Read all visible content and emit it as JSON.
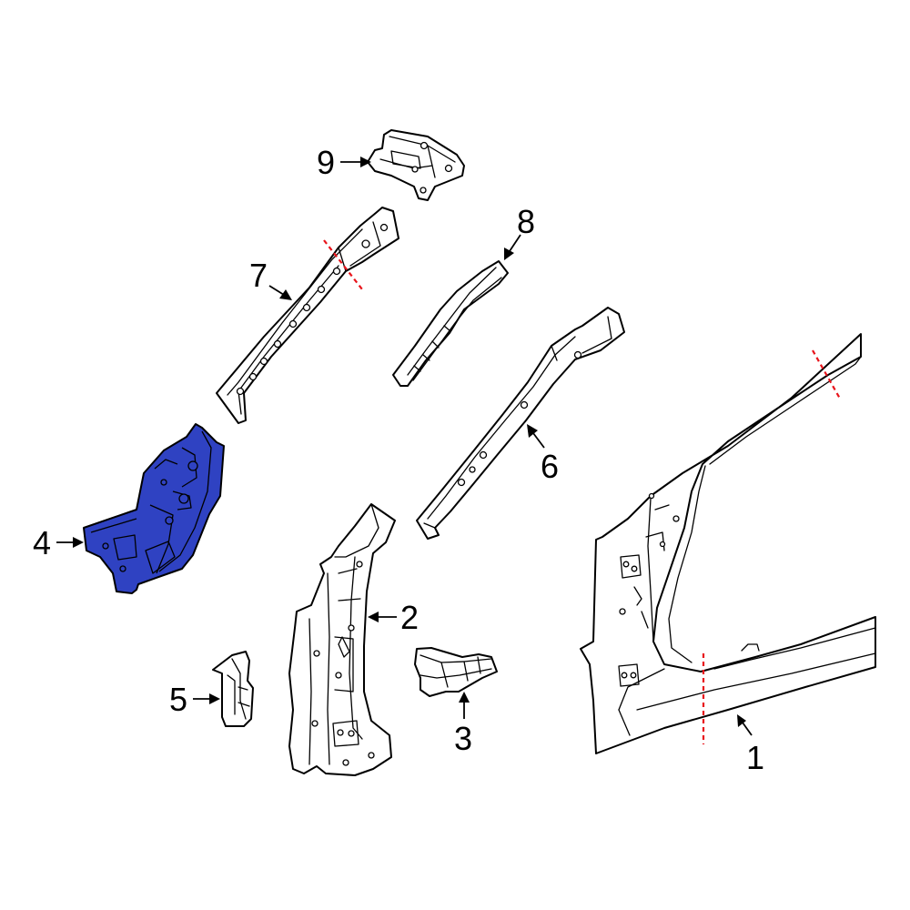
{
  "colors": {
    "highlight": "#2f42c2",
    "cut_line": "#e8141b",
    "outline": "#000000",
    "background": "#ffffff"
  },
  "callouts": [
    {
      "id": "1",
      "label": "1"
    },
    {
      "id": "2",
      "label": "2"
    },
    {
      "id": "3",
      "label": "3"
    },
    {
      "id": "4",
      "label": "4",
      "highlighted": true
    },
    {
      "id": "5",
      "label": "5"
    },
    {
      "id": "6",
      "label": "6"
    },
    {
      "id": "7",
      "label": "7"
    },
    {
      "id": "8",
      "label": "8"
    },
    {
      "id": "9",
      "label": "9"
    }
  ]
}
